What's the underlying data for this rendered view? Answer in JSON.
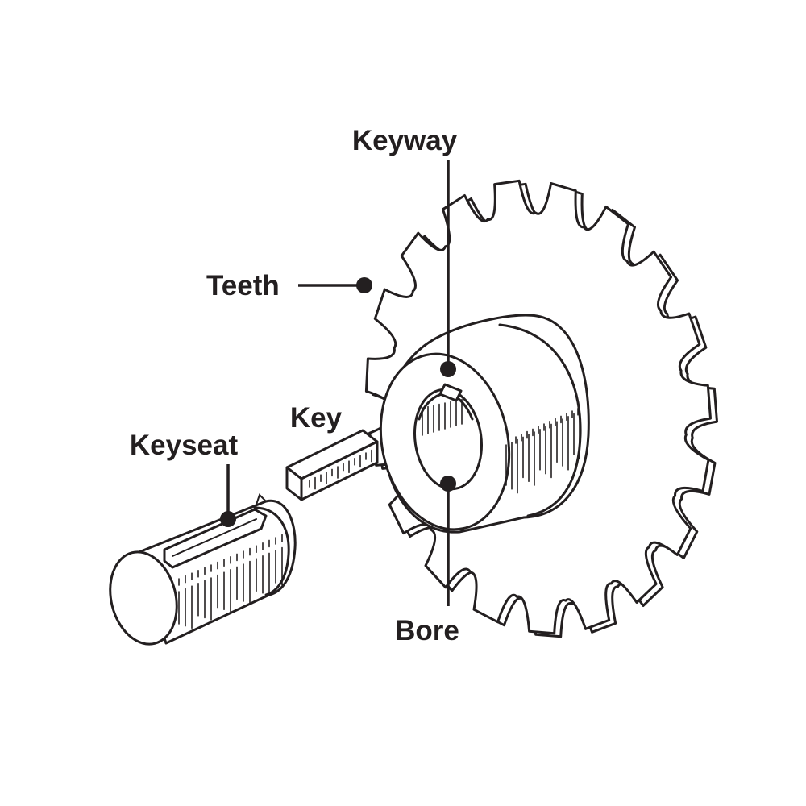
{
  "labels": {
    "keyway": "Keyway",
    "teeth": "Teeth",
    "key": "Key",
    "keyseat": "Keyseat",
    "bore": "Bore"
  },
  "colors": {
    "ink": "#231f20",
    "background": "#ffffff"
  }
}
